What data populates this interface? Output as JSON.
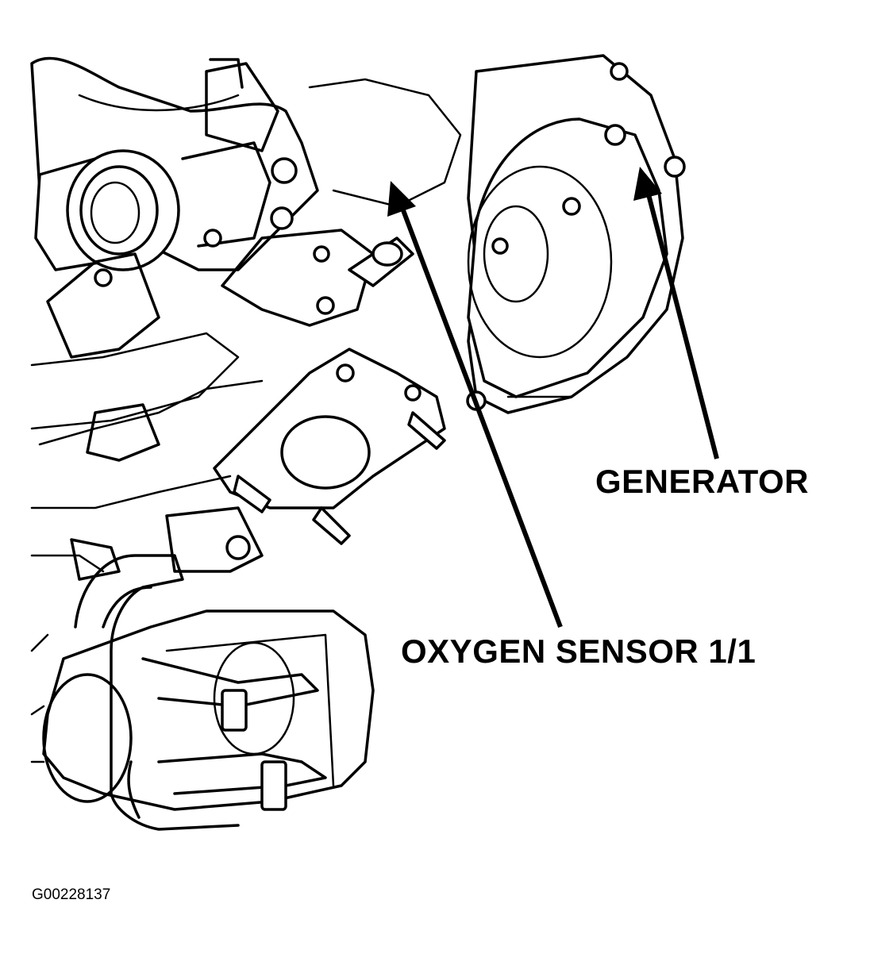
{
  "labels": {
    "generator": "GENERATOR",
    "oxygen_sensor": "OXYGEN SENSOR 1/1"
  },
  "figure_id": "G00228137",
  "colors": {
    "line": "#000000",
    "background": "#ffffff"
  }
}
